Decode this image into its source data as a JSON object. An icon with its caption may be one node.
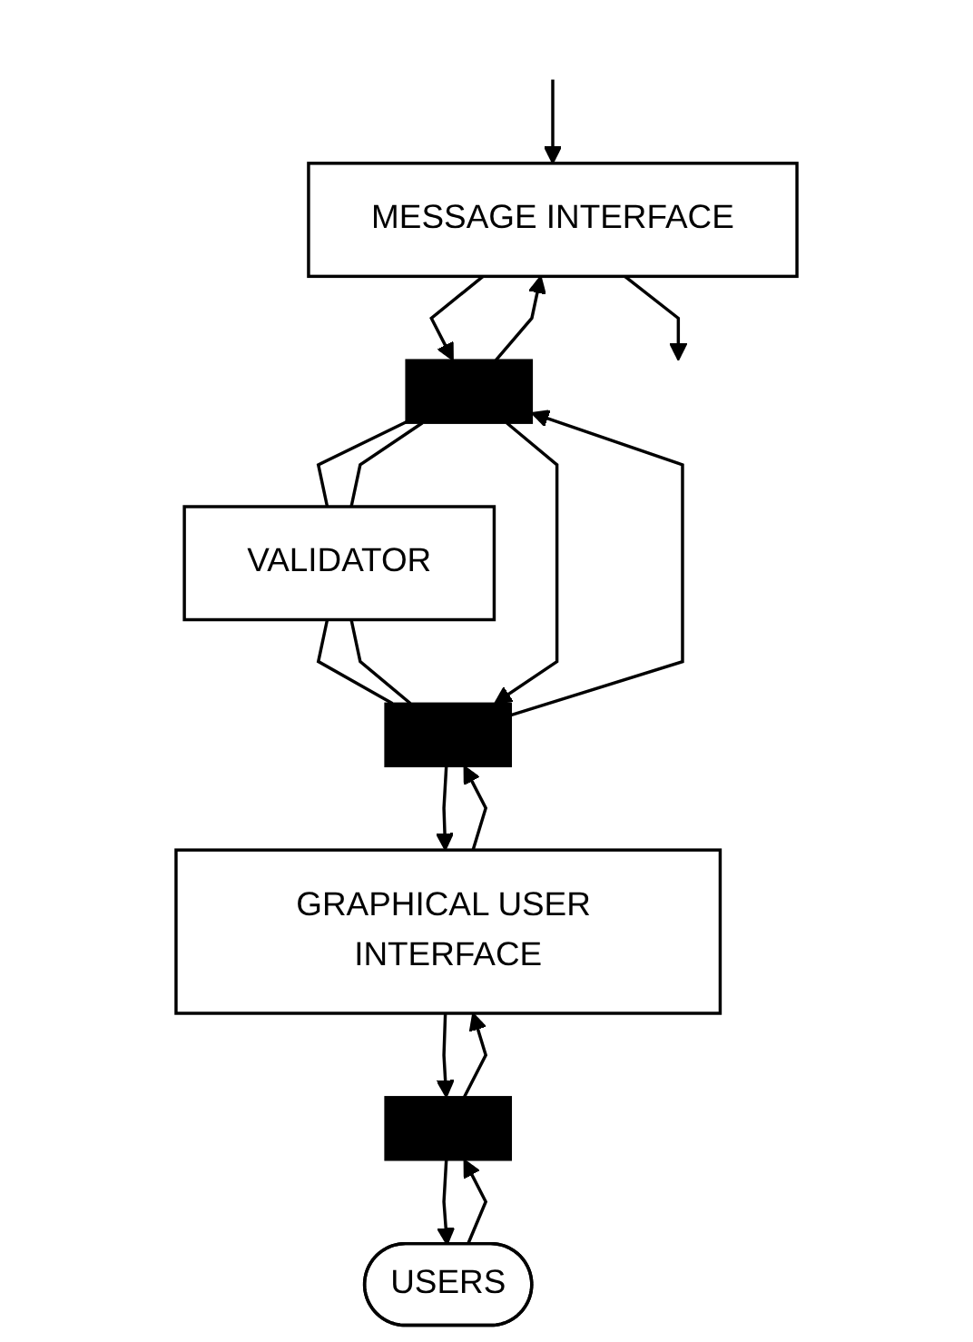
{
  "diagram": {
    "nodes": [
      {
        "text": [
          "MESSAGE INTERFACE"
        ]
      },
      {
        "text": [],
        "shape": "bar"
      },
      {
        "text": [
          "VALIDATOR"
        ]
      },
      {
        "text": [],
        "shape": "bar"
      },
      {
        "text": [
          "GRAPHICAL USER INTERFACE"
        ]
      },
      {
        "text": [],
        "shape": "bar"
      },
      {
        "text": [
          "USERS"
        ]
      }
    ],
    "edges": [
      {
        "from": 0,
        "to": null,
        "arrow": "to"
      },
      {
        "from": null,
        "to": 0,
        "arrow": "to"
      },
      {
        "from": 1,
        "to": 0,
        "arrow": "to"
      },
      {
        "from": 0,
        "to": 1,
        "arrow": "to"
      },
      {
        "from": 1,
        "to": 2,
        "arrow": "none"
      },
      {
        "from": 1,
        "to": 2,
        "arrow": "none"
      },
      {
        "from": 2,
        "to": 3,
        "arrow": "none"
      },
      {
        "from": 2,
        "to": 3,
        "arrow": "none"
      },
      {
        "from": 3,
        "to": 1,
        "arrow": "to"
      },
      {
        "from": 1,
        "to": 3,
        "arrow": "to"
      },
      {
        "from": 4,
        "to": 3,
        "arrow": "to"
      },
      {
        "from": 3,
        "to": 4,
        "arrow": "to"
      },
      {
        "from": 5,
        "to": 4,
        "arrow": "to"
      },
      {
        "from": 4,
        "to": 5,
        "arrow": "to"
      },
      {
        "from": 6,
        "to": 5,
        "arrow": "to"
      },
      {
        "from": 5,
        "to": 6,
        "arrow": "to"
      }
    ]
  }
}
